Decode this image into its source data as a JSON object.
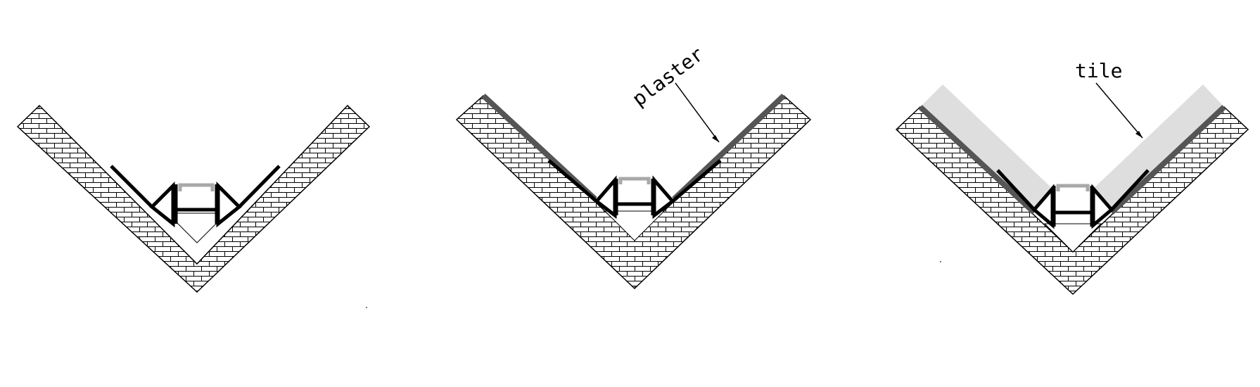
{
  "diagrams": [
    {
      "id": "profile-only"
    },
    {
      "id": "with-plaster",
      "label": "plaster"
    },
    {
      "id": "with-tile",
      "label": "tile"
    }
  ],
  "colors": {
    "background": "#ffffff",
    "brick_line": "#000000",
    "profile": "#000000",
    "profile_cap": "#a8a8a8",
    "plaster": "#555555",
    "tile": "#dedede"
  }
}
